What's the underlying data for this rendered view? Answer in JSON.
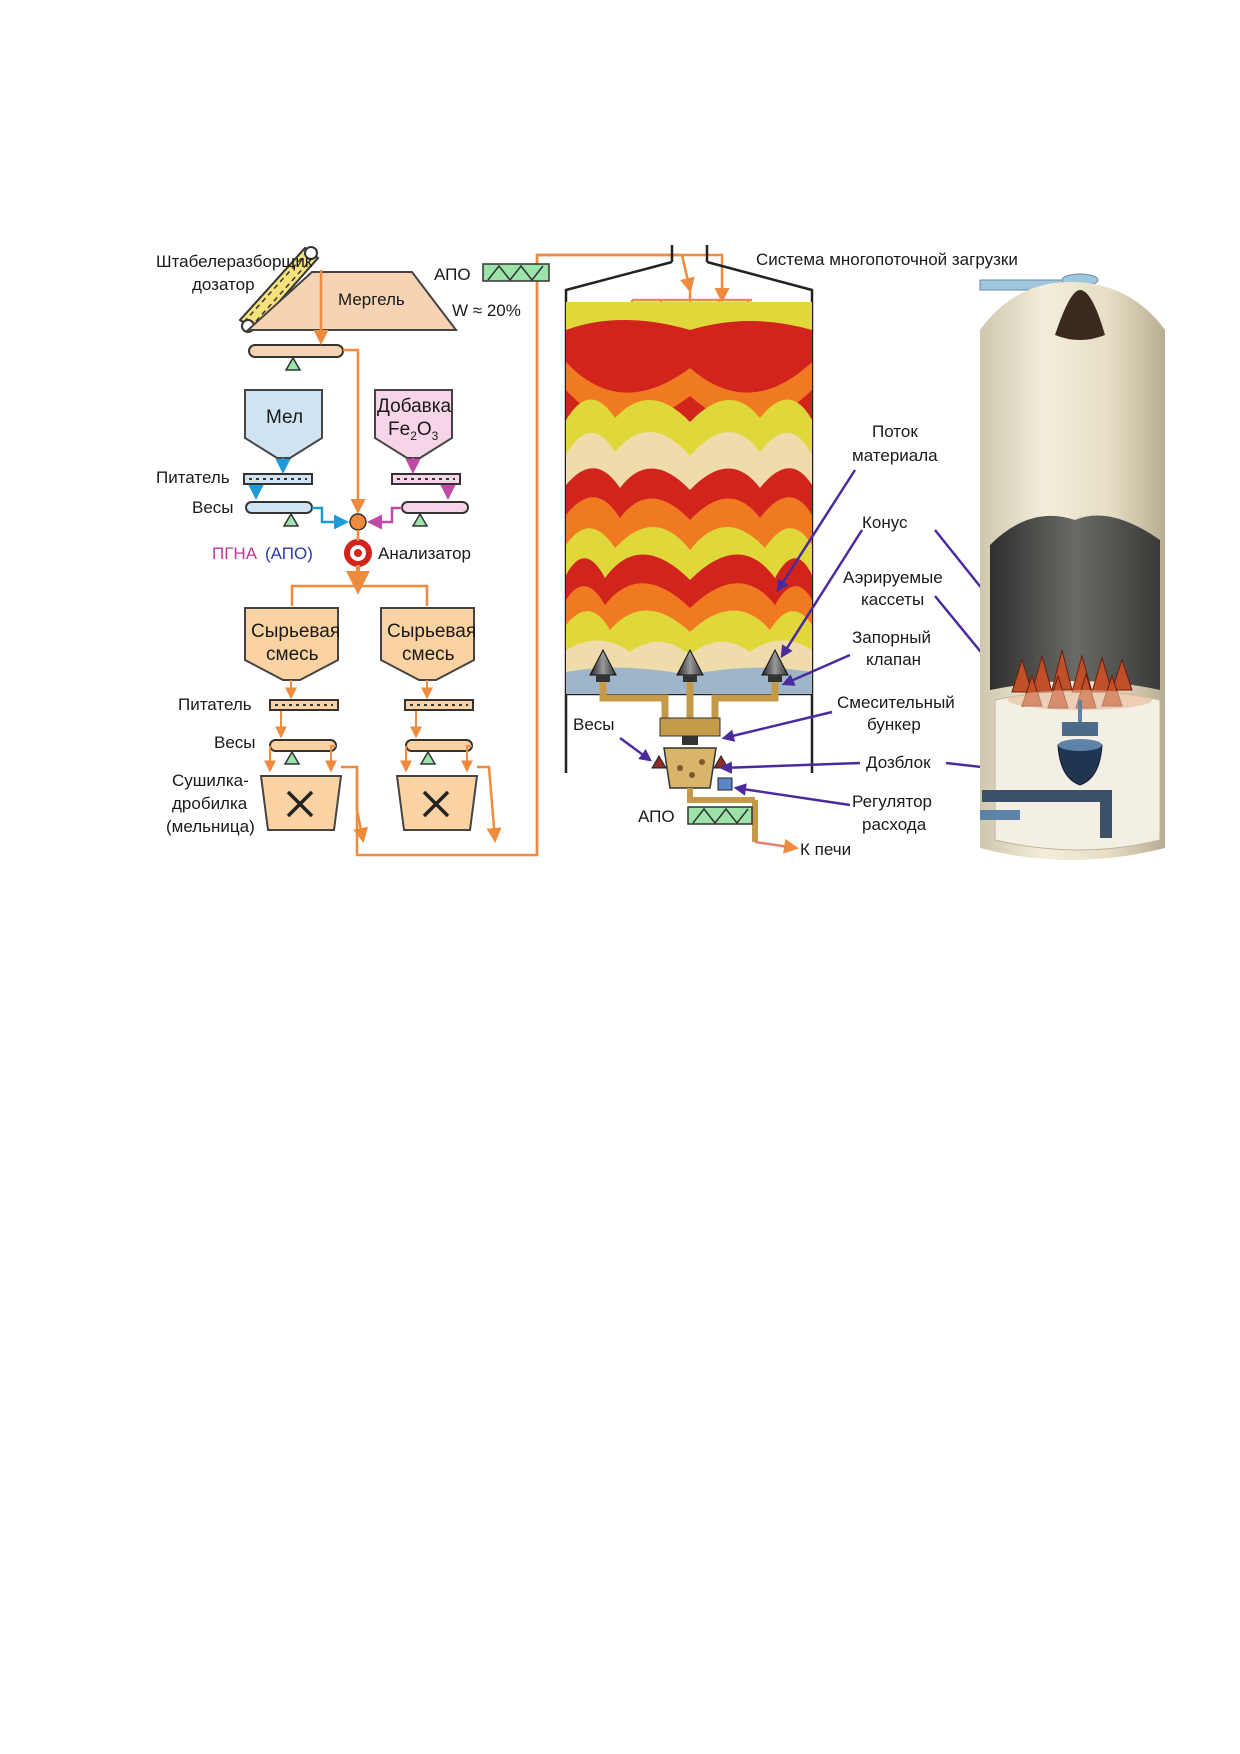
{
  "process": {
    "stacker": "Штабелеразборщик",
    "dosing": "дозатор",
    "marl": "Мергель",
    "chalk": "Мел",
    "additive_line1": "Добавка",
    "additive_fe": "Fe",
    "additive_sub2": "2",
    "additive_o": "O",
    "additive_sub3": "3",
    "feeder": "Питатель",
    "scales": "Весы",
    "pgna": "ПГНА",
    "apo_paren": "(АПО)",
    "analyzer": "Анализатор",
    "mix1_line1": "Сырьевая",
    "mix1_line2": "смесь",
    "mix2_line1": "Сырьевая",
    "mix2_line2": "смесь",
    "feeder2": "Питатель",
    "scales2": "Весы",
    "dryer_line1": "Сушилка-",
    "dryer_line2": "дробилка",
    "dryer_line3": "(мельница)",
    "apo_top": "АПО",
    "moisture": "W ≈ 20%"
  },
  "silo": {
    "loading_system": "Система многопоточной загрузки",
    "material_flow_1": "Поток",
    "material_flow_2": "материала",
    "cone": "Конус",
    "aerated_1": "Аэрируемые",
    "aerated_2": "кассеты",
    "shutoff_1": "Запорный",
    "shutoff_2": "клапан",
    "mixing_1": "Смесительный",
    "mixing_2": "бункер",
    "scales": "Весы",
    "dosing_block": "Дозблок",
    "flow_reg_1": "Регулятор",
    "flow_reg_2": "расхода",
    "apo_bottom": "АПО",
    "to_kiln": "К печи"
  },
  "colors": {
    "orange_flow": "#f08a3c",
    "blue_flow": "#1e9ad6",
    "magenta_flow": "#c04aa8",
    "violet_arrow": "#4b2aa0",
    "box_orange": "#fbd3a2",
    "box_blue": "#cfe3f3",
    "box_pink": "#f6d5e8",
    "apo_green": "#9be3a8",
    "pgna_text": "#c0399a",
    "apo_text": "#2b3aa8",
    "layer_red": "#d0241c",
    "layer_orange": "#f07a22",
    "layer_yellow": "#e0d83a",
    "layer_cream": "#efdcaa"
  }
}
